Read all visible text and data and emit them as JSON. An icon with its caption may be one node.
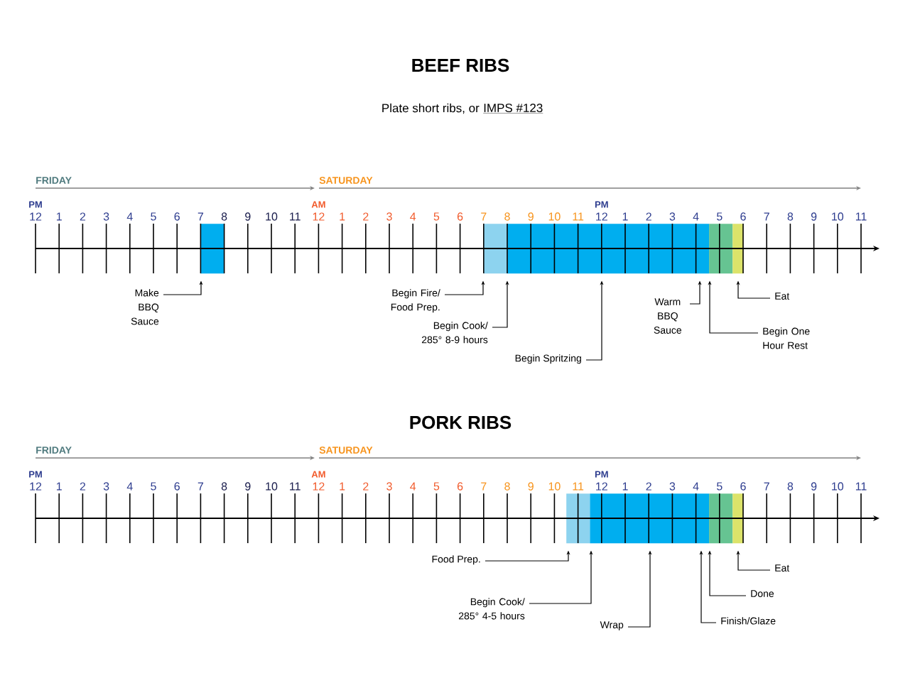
{
  "diagram": {
    "title": "BEEF RIBS",
    "nodes": [
      {
        "text": [],
        "shape": "bar"
      },
      {
        "text": [],
        "shape": "bar"
      },
      {
        "text": [],
        "shape": "bar"
      },
      {
        "text": [],
        "shape": "bar"
      },
      {
        "text": [],
        "shape": "bar"
      },
      {
        "text": [
          "Make BBQ Sauce"
        ]
      },
      {
        "text": [
          "Begin Fire/ Food Prep."
        ]
      },
      {
        "text": [
          "Begin Cook/ 285° 8-9 hours"
        ]
      },
      {
        "text": [
          "Begin Spritzing"
        ]
      },
      {
        "text": [
          "Warm BBQ Sauce"
        ]
      },
      {
        "text": [
          "Eat"
        ]
      },
      {
        "text": [
          "Begin One Hour Rest"
        ]
      },
      {
        "text": [],
        "shape": "bar"
      },
      {
        "text": [],
        "shape": "bar"
      },
      {
        "text": [],
        "shape": "bar"
      },
      {
        "text": [],
        "shape": "bar"
      },
      {
        "text": [
          "Food Prep."
        ]
      },
      {
        "text": [
          "Begin Cook/ 285° 4-5 hours"
        ]
      },
      {
        "text": [
          "Wrap"
        ]
      },
      {
        "text": [
          "Eat"
        ]
      },
      {
        "text": [
          "Done"
        ]
      },
      {
        "text": [
          "Finish/Glaze"
        ]
      }
    ],
    "edges": [
      {
        "from": 5,
        "to": 0,
        "arrow": "to"
      },
      {
        "from": 6,
        "to": 1,
        "arrow": "to"
      },
      {
        "from": 7,
        "to": 2,
        "arrow": "to"
      },
      {
        "from": 8,
        "to": 2,
        "arrow": "to"
      },
      {
        "from": 9,
        "to": 2,
        "arrow": "to"
      },
      {
        "from": 10,
        "to": 4,
        "arrow": "to"
      },
      {
        "from": 11,
        "to": 3,
        "arrow": "to"
      },
      {
        "from": 16,
        "to": 12,
        "arrow": "to"
      },
      {
        "from": 17,
        "to": 13,
        "arrow": "to"
      },
      {
        "from": 18,
        "to": 13,
        "arrow": "to"
      },
      {
        "from": 19,
        "to": 15,
        "arrow": "to"
      },
      {
        "from": 20,
        "to": 14,
        "arrow": "to"
      },
      {
        "from": 21,
        "to": 13,
        "arrow": "to"
      }
    ],
    "labels": [
      "Plate short ribs, or",
      "IMPS #123",
      "FRIDAY",
      "SATURDAY",
      "PM",
      "AM",
      "PM",
      "12",
      "1",
      "2",
      "3",
      "4",
      "5",
      "6",
      "7",
      "8",
      "9",
      "10",
      "11",
      "12",
      "1",
      "2",
      "3",
      "4",
      "5",
      "6",
      "7",
      "8",
      "9",
      "10",
      "11",
      "12",
      "1",
      "2",
      "3",
      "4",
      "5",
      "6",
      "7",
      "8",
      "9",
      "10",
      "11",
      "PORK RIBS",
      "FRIDAY",
      "SATURDAY",
      "PM",
      "AM",
      "PM",
      "12",
      "1",
      "2",
      "3",
      "4",
      "5",
      "6",
      "7",
      "8",
      "9",
      "10",
      "11",
      "12",
      "1",
      "2",
      "3",
      "4",
      "5",
      "6",
      "7",
      "8",
      "9",
      "10",
      "11",
      "12",
      "1",
      "2",
      "3",
      "4",
      "5",
      "6",
      "7",
      "8",
      "9",
      "10",
      "11"
    ]
  }
}
